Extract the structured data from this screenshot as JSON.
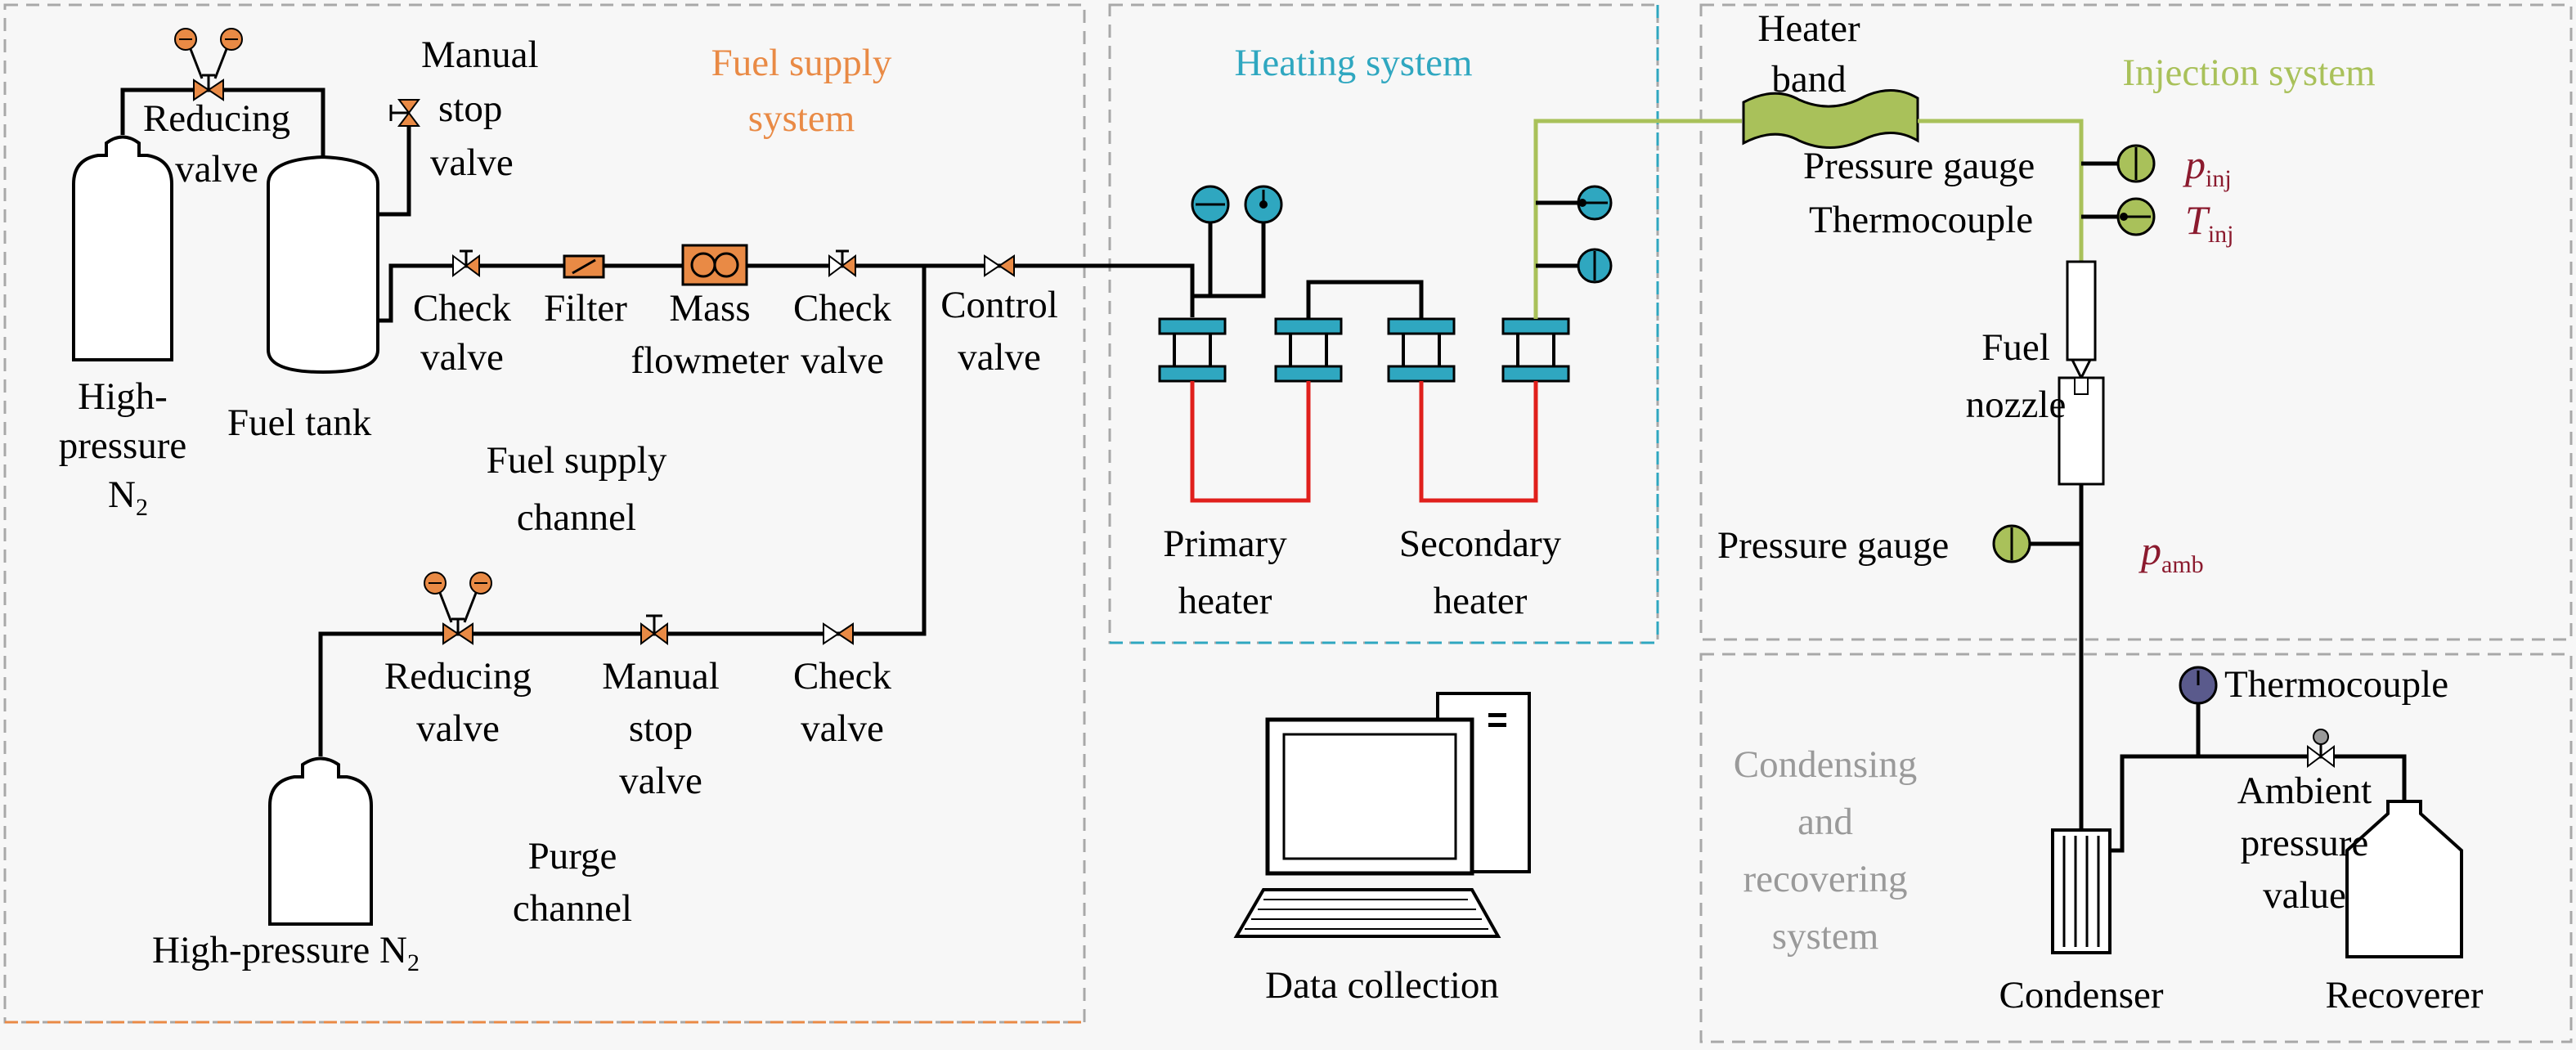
{
  "systems": {
    "fuel_supply": [
      "Fuel supply",
      "system"
    ],
    "heating": "Heating system",
    "injection": "Injection system",
    "condensing": [
      "Condensing",
      "and",
      "recovering",
      "system"
    ]
  },
  "fuel_supply": {
    "n2_top": [
      "High-",
      "pressure",
      "N"
    ],
    "n2_top_sub": "2",
    "reducing_valve_top": [
      "Reducing",
      "valve"
    ],
    "manual_stop_valve_top": [
      "Manual",
      "stop",
      "valve"
    ],
    "fuel_tank": "Fuel tank",
    "check_valve_1": [
      "Check",
      "valve"
    ],
    "filter": "Filter",
    "mass_flowmeter": [
      "Mass",
      "flowmeter"
    ],
    "check_valve_2": [
      "Check",
      "valve"
    ],
    "control_valve": [
      "Control",
      "valve"
    ],
    "fuel_supply_channel": [
      "Fuel supply",
      "channel"
    ]
  },
  "purge": {
    "reducing_valve": [
      "Reducing",
      "valve"
    ],
    "manual_stop_valve": [
      "Manual",
      "stop",
      "valve"
    ],
    "check_valve": [
      "Check",
      "valve"
    ],
    "n2_bottom": "High-pressure N",
    "n2_bottom_sub": "2",
    "purge_channel": [
      "Purge",
      "channel"
    ]
  },
  "heating": {
    "primary_heater": [
      "Primary",
      "heater"
    ],
    "secondary_heater": [
      "Secondary",
      "heater"
    ]
  },
  "data_collection": "Data collection",
  "injection": {
    "heater_band": [
      "Heater",
      "band"
    ],
    "pressure_gauge": "Pressure gauge",
    "thermocouple": "Thermocouple",
    "p_inj": {
      "symbol": "p",
      "sub": "inj"
    },
    "t_inj": {
      "symbol": "T",
      "sub": "inj"
    },
    "fuel_nozzle": [
      "Fuel",
      "nozzle"
    ],
    "pressure_gauge_amb": "Pressure gauge",
    "p_amb": {
      "symbol": "p",
      "sub": "amb"
    }
  },
  "recovery": {
    "thermocouple": "Thermocouple",
    "ambient_pressure_valve": [
      "Ambient",
      "pressure",
      "value"
    ],
    "condenser": "Condenser",
    "recoverer": "Recoverer"
  },
  "colors": {
    "orange": "#e98a45",
    "teal": "#2fa7c0",
    "green": "#a9c15a",
    "red": "#e0201c",
    "gray": "#9a9a9a",
    "maroon": "#8b1a2e",
    "purple": "#5a5a8c"
  }
}
